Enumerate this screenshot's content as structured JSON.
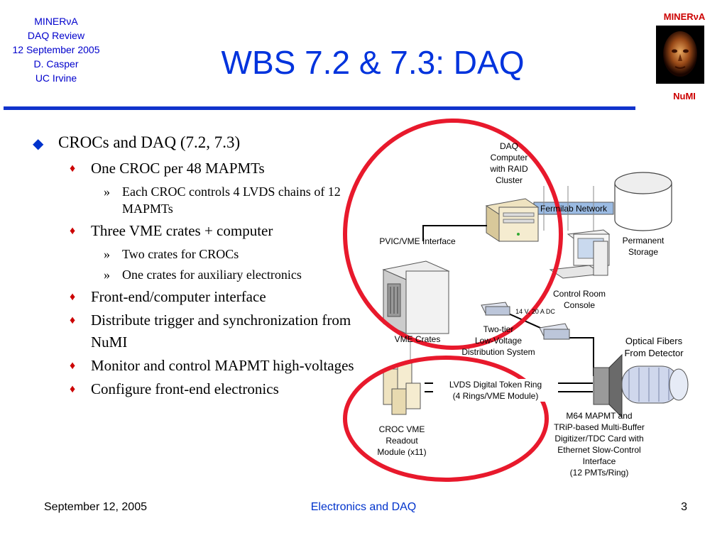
{
  "header": {
    "info_lines": [
      "MINERνA",
      "DAQ Review",
      "12 September 2005",
      "D. Casper",
      "UC Irvine"
    ],
    "title": "WBS 7.2 & 7.3: DAQ",
    "logo_top": "MINERνA",
    "logo_bottom": "NuMI"
  },
  "bullets": [
    {
      "text": "CROCs and DAQ (7.2, 7.3)",
      "children": [
        {
          "text": "One CROC per 48 MAPMTs",
          "children": [
            "Each CROC controls 4 LVDS chains of 12 MAPMTs"
          ]
        },
        {
          "text": "Three VME crates + computer",
          "children": [
            "Two crates for CROCs",
            "One crates for auxiliary electronics"
          ]
        },
        {
          "text": "Front-end/computer interface",
          "children": []
        },
        {
          "text": "Distribute trigger and synchronization from NuMI",
          "children": []
        },
        {
          "text": "Monitor and control MAPMT high-voltages",
          "children": []
        },
        {
          "text": "Configure front-end electronics",
          "children": []
        }
      ]
    }
  ],
  "diagram": {
    "daq_computer": [
      "DAQ",
      "Computer",
      "with RAID",
      "Cluster"
    ],
    "fermilab_network": "Fermilab Network",
    "permanent_storage": [
      "Permanent",
      "Storage"
    ],
    "pvic_vme": "PVIC/VME Interface",
    "control_room": [
      "Control Room",
      "Console"
    ],
    "power_label": "14 V, 20 A  DC",
    "lv_distribution": [
      "Two-tier",
      "Low-Voltage",
      "Distribution System"
    ],
    "vme_crates": "VME Crates",
    "optical_fibers": [
      "Optical Fibers",
      "From Detector"
    ],
    "lvds_ring": [
      "LVDS Digital Token Ring",
      "(4 Rings/VME Module)"
    ],
    "croc_module": [
      "CROC VME",
      "Readout",
      "Module (x11)"
    ],
    "mapmt_card": [
      "M64 MAPMT and",
      "TRiP-based Multi-Buffer",
      "Digitizer/TDC Card with",
      "Ethernet Slow-Control",
      "Interface",
      "(12 PMTs/Ring)"
    ]
  },
  "footer": {
    "date": "September 12, 2005",
    "center": "Electronics and DAQ",
    "page": "3"
  },
  "colors": {
    "title_blue": "#0033dd",
    "circle_red": "#e8192c",
    "logo_red": "#cc0000",
    "network_blue": "#9bbbe3"
  }
}
